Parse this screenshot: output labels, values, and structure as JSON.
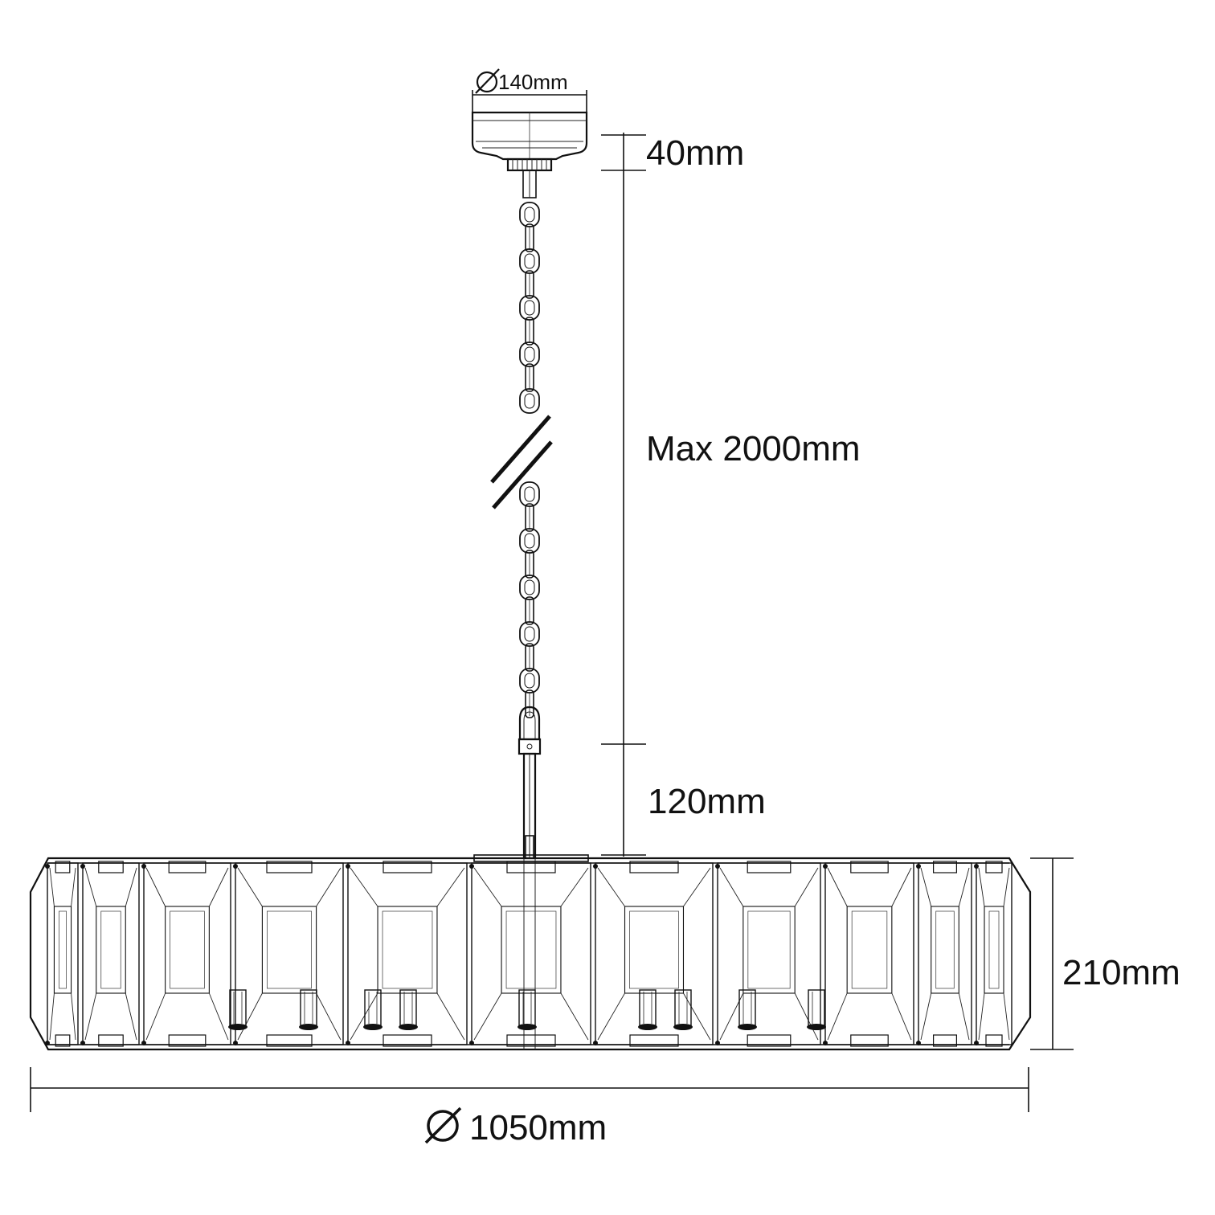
{
  "dimensions": {
    "canopy_diameter": "140mm",
    "canopy_height": "40mm",
    "chain_length": "Max 2000mm",
    "rod_length": "120mm",
    "body_height": "210mm",
    "body_diameter": "1050mm"
  },
  "symbols": {
    "diameter": "diameter-symbol-icon",
    "chain_break": "break-mark-icon"
  }
}
